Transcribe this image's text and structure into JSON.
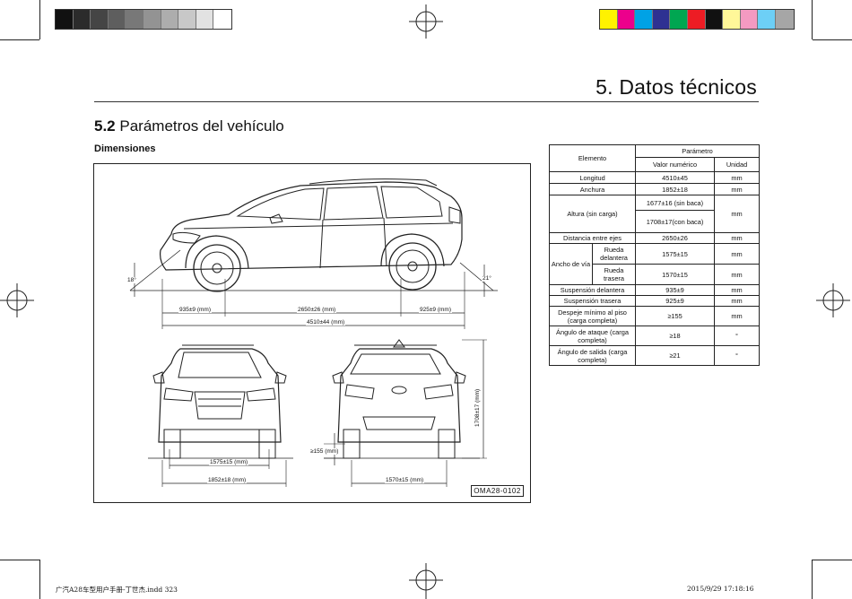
{
  "header": {
    "chapter_title": "5. Datos técnicos",
    "section_number": "5.2",
    "section_title": "Parámetros del vehículo",
    "subheading": "Dimensiones"
  },
  "print_marks": {
    "grayscale_swatches": [
      "#111111",
      "#2b2b2b",
      "#454545",
      "#5e5e5e",
      "#787878",
      "#939393",
      "#adadad",
      "#c8c8c8",
      "#e2e2e2",
      "#ffffff"
    ],
    "color_swatches": [
      "#fff200",
      "#ec008c",
      "#00a2e5",
      "#2e3192",
      "#00a651",
      "#ed1c24",
      "#111111",
      "#fff799",
      "#f49ac1",
      "#6dcff6",
      "#a6a6a6"
    ]
  },
  "figure": {
    "approach_angle": "18°",
    "departure_angle": "21°",
    "front_overhang": "935±9 (mm)",
    "wheelbase": "2650±26 (mm)",
    "rear_overhang": "925±9 (mm)",
    "overall_length": "4510±44 (mm)",
    "front_track": "1575±15 (mm)",
    "overall_width": "1852±18 (mm)",
    "rear_track": "1570±15 (mm)",
    "ground_clearance": "≥155 (mm)",
    "height": "1708±17 (mm)",
    "code": "OMA28-0102"
  },
  "table": {
    "header": {
      "element": "Elemento",
      "parameter": "Parámetro",
      "value": "Valor numérico",
      "unit": "Unidad"
    },
    "length": {
      "label": "Longitud",
      "value": "4510±45",
      "unit": "mm"
    },
    "width": {
      "label": "Anchura",
      "value": "1852±18",
      "unit": "mm"
    },
    "height": {
      "label": "Altura (sin carga)",
      "value_a": "1677±16 (sin baca)",
      "value_b": "1708±17(con baca)",
      "unit": "mm"
    },
    "wheelbase": {
      "label": "Distancia entre ejes",
      "value": "2650±26",
      "unit": "mm"
    },
    "track": {
      "label": "Ancho de vía",
      "front_label": "Rueda delantera",
      "front_value": "1575±15",
      "rear_label": "Rueda trasera",
      "rear_value": "1570±15",
      "unit": "mm"
    },
    "front_susp": {
      "label": "Suspensión delantera",
      "value": "935±9",
      "unit": "mm"
    },
    "rear_susp": {
      "label": "Suspensión trasera",
      "value": "925±9",
      "unit": "mm"
    },
    "clearance": {
      "label": "Despeje mínimo al piso (carga completa)",
      "value": "≥155",
      "unit": "mm"
    },
    "approach": {
      "label": "Ángulo de ataque (carga completa)",
      "value": "≥18",
      "unit": "°"
    },
    "departure": {
      "label": "Ángulo de salida (carga completa)",
      "value": "≥21",
      "unit": "°"
    }
  },
  "footer": {
    "file": "广汽A28车型用户手册-丁世杰.indd   323",
    "timestamp": "2015/9/29   17:18:16"
  }
}
